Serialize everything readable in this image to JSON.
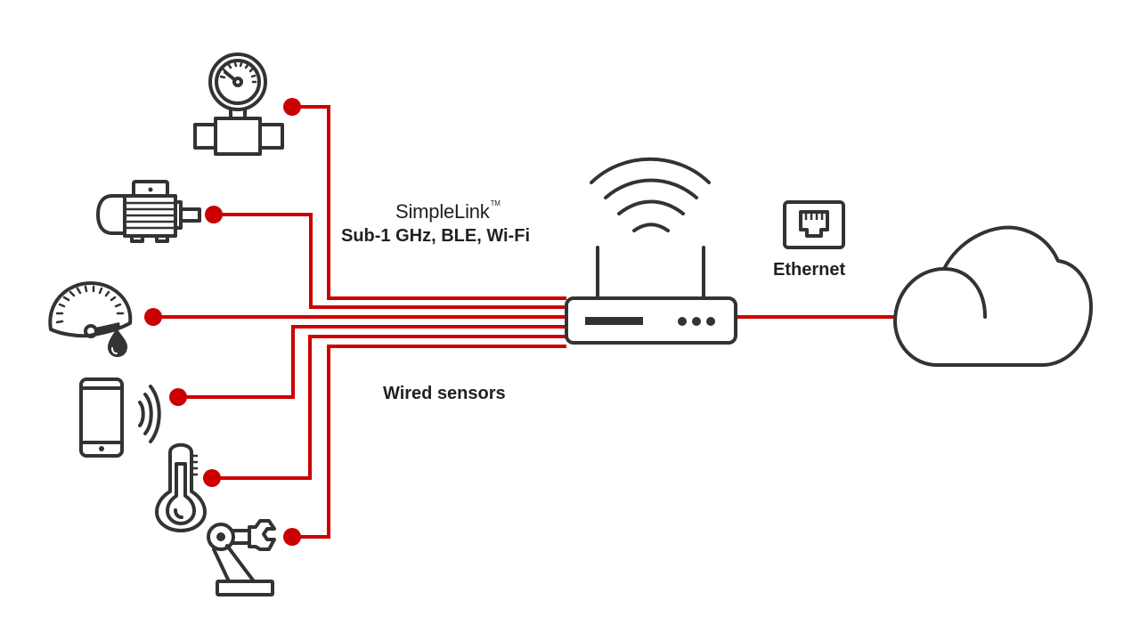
{
  "diagram": {
    "title": "SimpleLink connected sensor network",
    "labels": {
      "simplelink": "SimpleLink",
      "trademark": "TM",
      "protocols": "Sub-1 GHz, BLE, Wi-Fi",
      "ethernet": "Ethernet",
      "wired_sensors": "Wired sensors"
    },
    "colors": {
      "wire": "#cc0000",
      "icon_stroke": "#333333",
      "text": "#231f20",
      "background": "#ffffff"
    },
    "devices": [
      {
        "id": "pressure-gauge",
        "icon": "pressure-gauge-icon",
        "connection": "router"
      },
      {
        "id": "electric-motor",
        "icon": "motor-icon",
        "connection": "router"
      },
      {
        "id": "fuel-gauge",
        "icon": "fuel-gauge-icon",
        "connection": "router"
      },
      {
        "id": "smartphone",
        "icon": "smartphone-wireless-icon",
        "connection": "router"
      },
      {
        "id": "thermometer",
        "icon": "thermometer-icon",
        "connection": "router"
      },
      {
        "id": "robotic-arm",
        "icon": "robotic-arm-icon",
        "connection": "router"
      }
    ],
    "hub": {
      "id": "wifi-router",
      "icon": "wifi-router-icon"
    },
    "uplink": {
      "id": "ethernet-port",
      "icon": "ethernet-port-icon"
    },
    "destination": {
      "id": "cloud",
      "icon": "cloud-icon"
    }
  }
}
